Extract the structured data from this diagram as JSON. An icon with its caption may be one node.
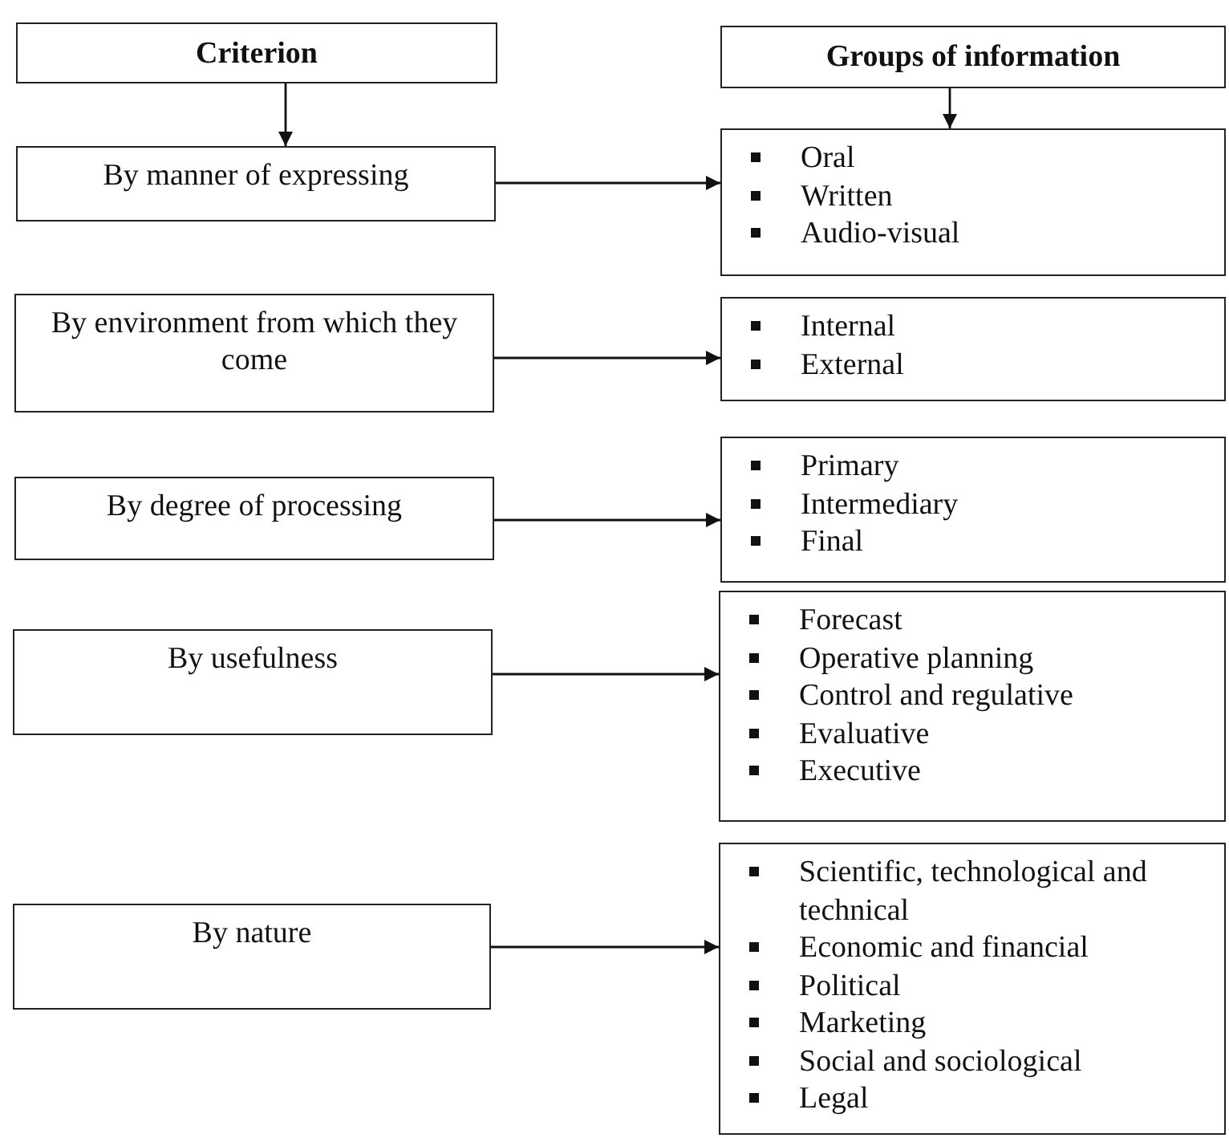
{
  "diagram": {
    "nodes": [
      {
        "text": [
          "Criterion"
        ]
      },
      {
        "text": [
          "Groups of information"
        ]
      },
      {
        "text": [
          "By manner of expressing"
        ]
      },
      {
        "text": [
          "Oral",
          "Written",
          "Audio-visual"
        ]
      },
      {
        "text": [
          "By environment from which they come"
        ]
      },
      {
        "text": [
          "Internal",
          "External"
        ]
      },
      {
        "text": [
          "By degree of processing"
        ]
      },
      {
        "text": [
          "Primary",
          "Intermediary",
          "Final"
        ]
      },
      {
        "text": [
          "By usefulness"
        ]
      },
      {
        "text": [
          "Forecast",
          "Operative planning",
          "Control and regulative",
          "Evaluative",
          "Executive"
        ]
      },
      {
        "text": [
          "By nature"
        ]
      },
      {
        "text": [
          "Scientific, technological and technical",
          "Economic and financial",
          "Political",
          "Marketing",
          "Social and sociological",
          "Legal"
        ]
      }
    ],
    "edges": [
      {
        "from": 0,
        "to": 2,
        "arrow": "to"
      },
      {
        "from": 1,
        "to": 3,
        "arrow": "to"
      },
      {
        "from": 2,
        "to": 3,
        "arrow": "to"
      },
      {
        "from": 4,
        "to": 5,
        "arrow": "to"
      },
      {
        "from": 6,
        "to": 7,
        "arrow": "to"
      },
      {
        "from": 8,
        "to": 9,
        "arrow": "to"
      },
      {
        "from": 10,
        "to": 11,
        "arrow": "to"
      }
    ]
  }
}
